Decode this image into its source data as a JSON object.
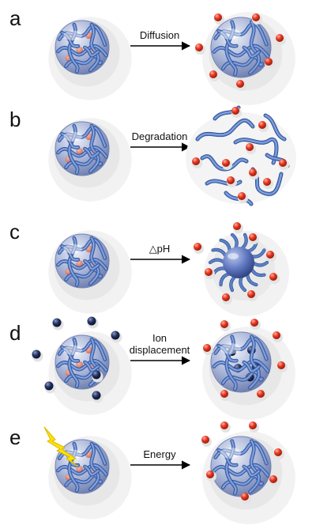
{
  "panels": [
    {
      "letter": "a",
      "label_lines": [
        "Diffusion"
      ]
    },
    {
      "letter": "b",
      "label_lines": [
        "Degradation"
      ]
    },
    {
      "letter": "c",
      "label_lines": [
        "△pH"
      ]
    },
    {
      "letter": "d",
      "label_lines": [
        "Ion",
        "displacement"
      ]
    },
    {
      "letter": "e",
      "label_lines": [
        "Energy"
      ]
    }
  ],
  "colors": {
    "sphere": "#9aa9cf",
    "sphere_dark": "#5d6ea3",
    "polymer": "#5b80c6",
    "payload": "#e0321e",
    "ion": "#1c2a55",
    "energy": "#ffe400",
    "shadow": "#e6e6e6"
  },
  "icons": {
    "energy": "lightning-bolt-icon"
  }
}
